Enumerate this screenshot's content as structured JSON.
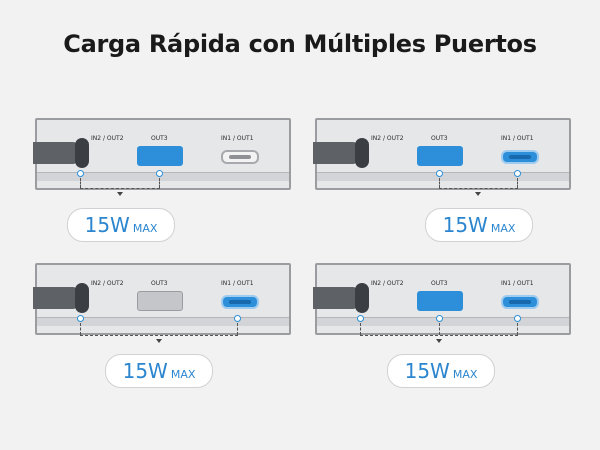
{
  "title": "Carga Rápida con Múltiples Puertos",
  "ports": {
    "in2_out2": "IN2 / OUT2",
    "out3": "OUT3",
    "in1_out1": "IN1 / OUT1"
  },
  "panels": [
    {
      "active": [
        "in2_out2",
        "out3"
      ],
      "power": "15W",
      "max": "MAX"
    },
    {
      "active": [
        "out3",
        "in1_out1"
      ],
      "power": "15W",
      "max": "MAX"
    },
    {
      "active": [
        "in2_out2",
        "in1_out1"
      ],
      "power": "15W",
      "max": "MAX"
    },
    {
      "active": [
        "in2_out2",
        "out3",
        "in1_out1"
      ],
      "power": "15W",
      "max": "MAX"
    }
  ],
  "colors": {
    "accent": "#2d8fd9",
    "bank": "#e6e7e9",
    "cable": "#5e6166"
  }
}
